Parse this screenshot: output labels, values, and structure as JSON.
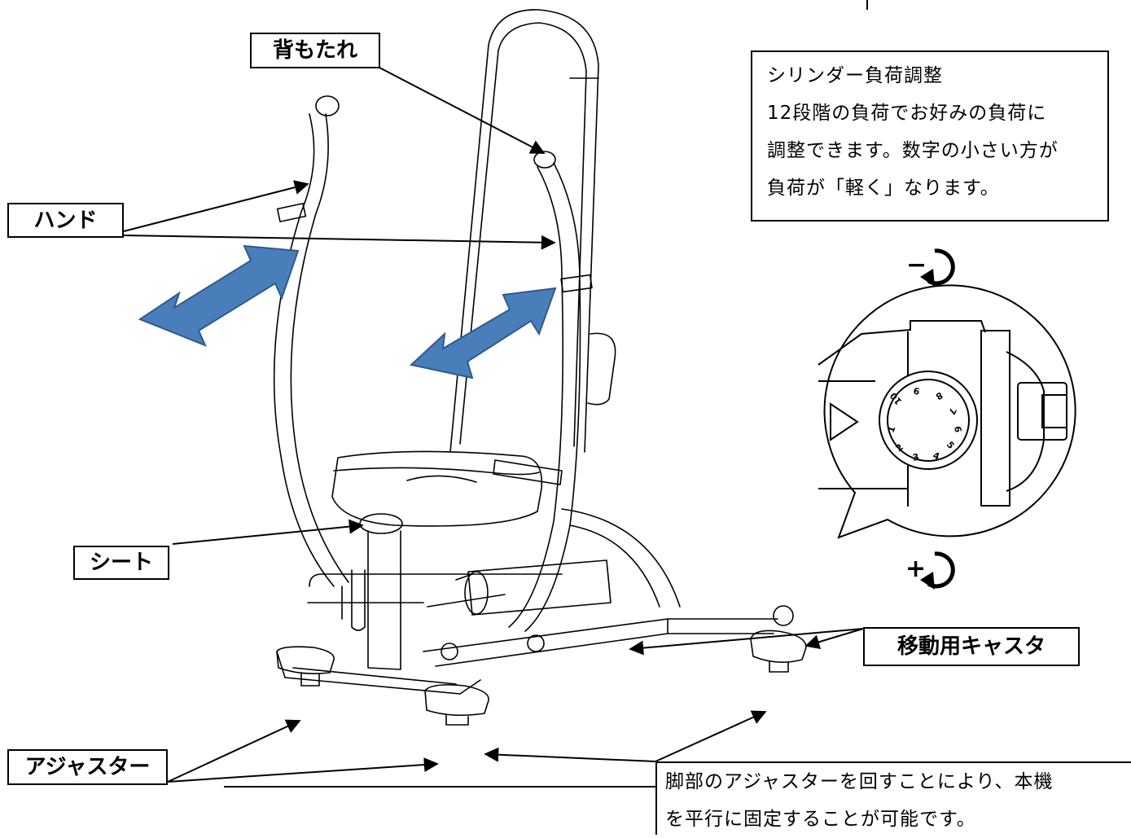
{
  "labels": {
    "backrest": "背もたれ",
    "hand": "ハンド",
    "seat": "シート",
    "casters": "移動用キャスタ",
    "adjuster": "アジャスター"
  },
  "cylinder_info": {
    "title": "シリンダー負荷調整",
    "lines": [
      "12段階の負荷でお好みの負荷に",
      "調整できます。数字の小さい方が",
      "負荷が「軽く」なります。"
    ]
  },
  "adjuster_note": {
    "lines": [
      "脚部のアジャスターを回すことにより、本機",
      "を平行に固定することが可能です。"
    ]
  },
  "dial": {
    "numbers": [
      "1",
      "2",
      "3",
      "4",
      "5",
      "6",
      "7",
      "8",
      "9",
      "10"
    ],
    "minus_symbol": "−",
    "plus_symbol": "+"
  },
  "colors": {
    "arrow_fill": "#4a7ebb",
    "arrow_stroke": "#2e5a8f",
    "line": "#000000"
  }
}
